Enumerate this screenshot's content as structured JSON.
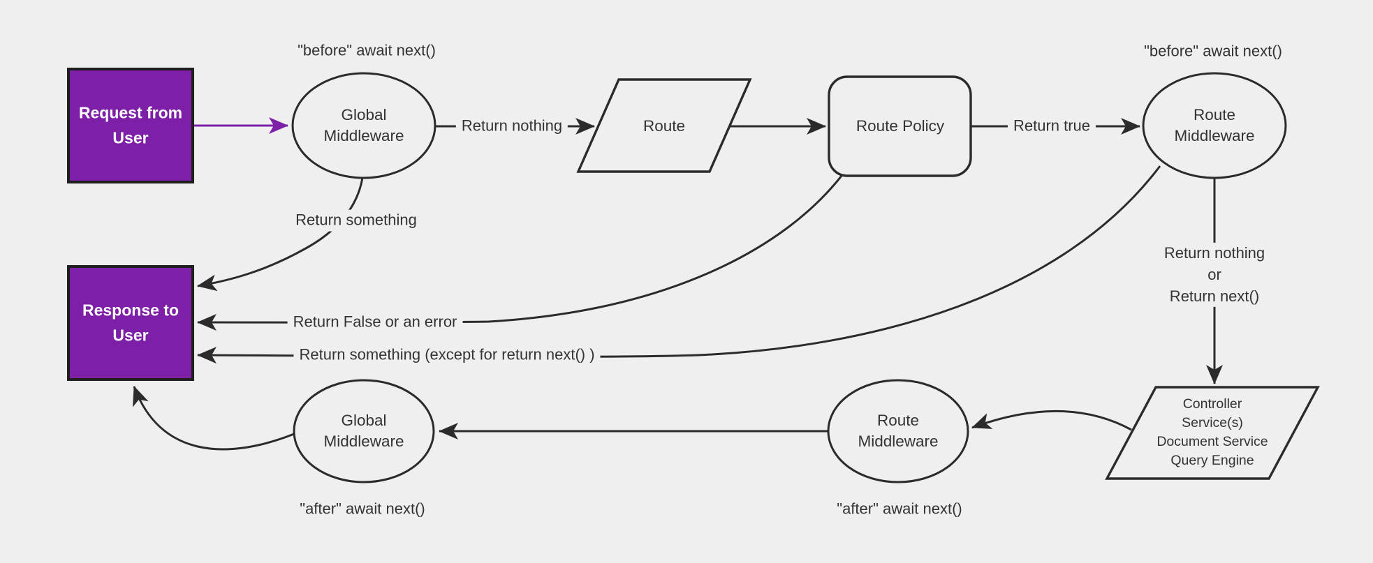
{
  "colors": {
    "background": "#efefef",
    "stroke": "#2b2b2b",
    "accent": "#7e1fa8",
    "node_border": "#1f1f1f",
    "label_text": "#333333",
    "node_text": "#333333",
    "inverse_text": "#ffffff"
  },
  "nodes": {
    "request": {
      "label": "Request from\nUser"
    },
    "global_middleware_top": {
      "label": "Global\nMiddleware"
    },
    "route": {
      "label": "Route"
    },
    "route_policy": {
      "label": "Route Policy"
    },
    "route_middleware_top": {
      "label": "Route\nMiddleware"
    },
    "response": {
      "label": "Response to\nUser"
    },
    "controller": {
      "label": "Controller\nService(s)\nDocument Service\nQuery Engine"
    },
    "route_middleware_bottom": {
      "label": "Route\nMiddleware"
    },
    "global_middleware_bottom": {
      "label": "Global\nMiddleware"
    }
  },
  "edge_labels": {
    "before_global": "\"before\" await next()",
    "before_route": "\"before\" await next()",
    "return_nothing": "Return nothing",
    "return_true": "Return true",
    "return_something": "Return something",
    "return_false_or_error": "Return False or an error",
    "return_something_except": "Return something (except for return next() )",
    "return_nothing_or_next": "Return nothing\nor\nReturn next()",
    "after_route": "\"after\" await next()",
    "after_global": "\"after\" await next()"
  }
}
